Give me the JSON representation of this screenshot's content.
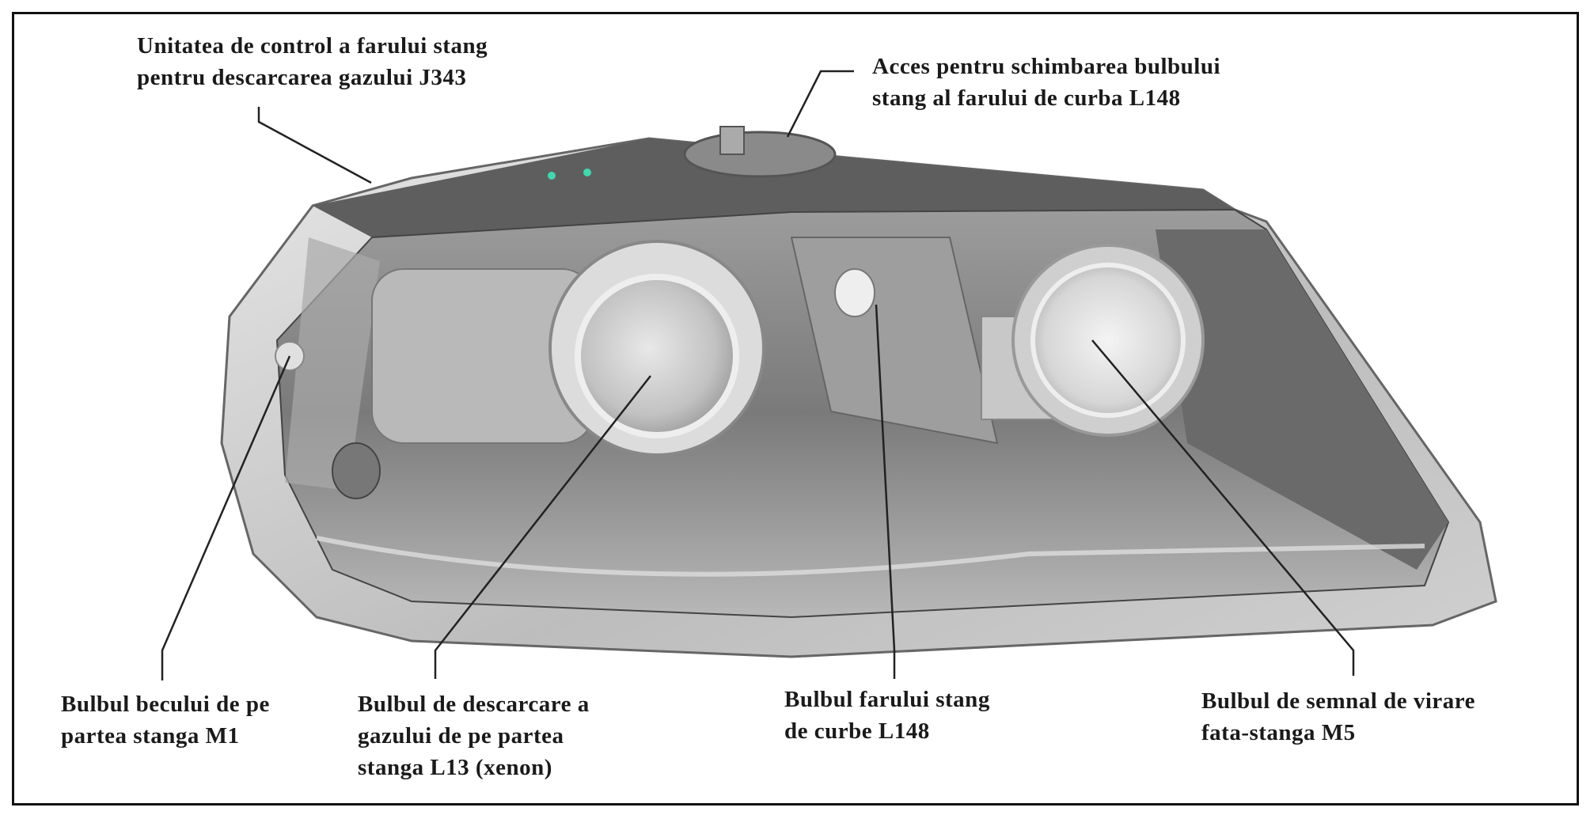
{
  "labels": {
    "control_unit": [
      "Unitatea de control a farului stang",
      "pentru descarcarea gazului J343"
    ],
    "access": [
      "Acces pentru schimbarea bulbului",
      "stang al farului de curba L148"
    ],
    "m1": [
      "Bulbul becului de pe",
      "partea stanga M1"
    ],
    "l13": [
      "Bulbul de descarcare a",
      "gazului de pe partea",
      "stanga L13 (xenon)"
    ],
    "l148": [
      "Bulbul farului stang",
      "de curbe L148"
    ],
    "m5": [
      "Bulbul de semnal de virare",
      "fata-stanga M5"
    ]
  },
  "colors": {
    "line": "#222222",
    "housing": "#8a8a8a",
    "lens": "#d8d8d8",
    "indicator": "#3fd9b0"
  }
}
